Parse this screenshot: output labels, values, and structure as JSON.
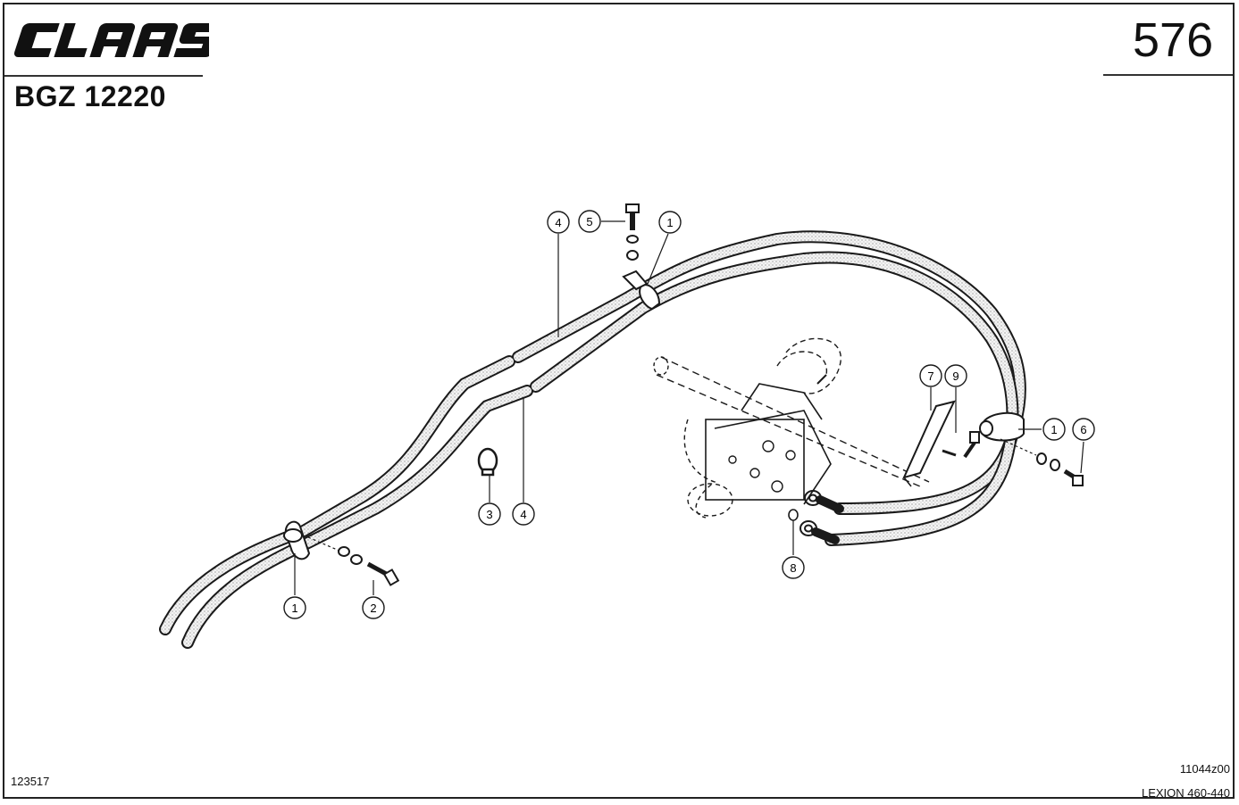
{
  "header": {
    "brand": "CLAAS",
    "brand_logo": "claas-wordmark",
    "doc_code": "BGZ 12220",
    "page_number": "576"
  },
  "footer": {
    "left_code": "123517",
    "drawing_ref": "11044z00",
    "model": "LEXION 460-440"
  },
  "callouts": {
    "c1a": "1",
    "c1b": "1",
    "c1c": "1",
    "c2": "2",
    "c3": "3",
    "c4a": "4",
    "c4b": "4",
    "c5": "5",
    "c6": "6",
    "c7": "7",
    "c8": "8",
    "c9": "9"
  },
  "colors": {
    "line": "#1a1a1a",
    "hose_fill": "#e6e6e6"
  }
}
